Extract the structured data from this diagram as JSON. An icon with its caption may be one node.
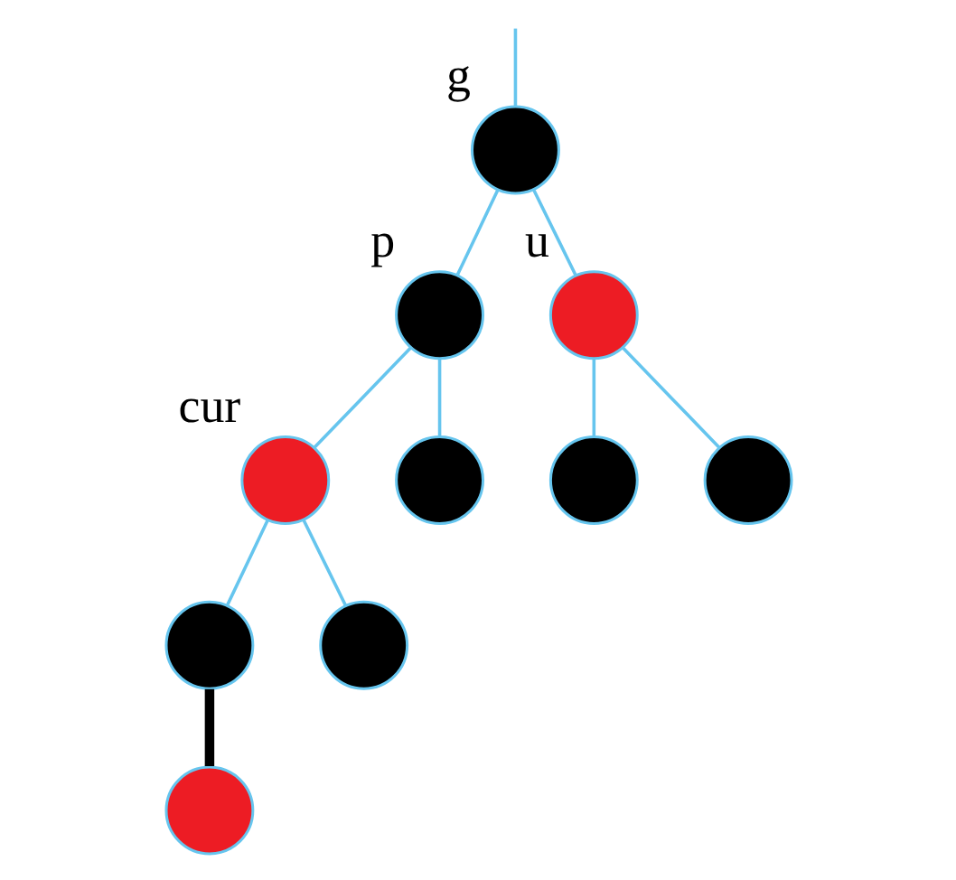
{
  "diagram": {
    "nodes": [
      {
        "text": [],
        "shape": "circle",
        "beside": [
          "g"
        ]
      },
      {
        "text": [],
        "shape": "circle",
        "beside": [
          "p"
        ]
      },
      {
        "text": [],
        "shape": "circle",
        "beside": [
          "u"
        ]
      },
      {
        "text": [],
        "shape": "circle",
        "beside": [
          "cur"
        ]
      },
      {
        "text": [],
        "shape": "circle"
      },
      {
        "text": [],
        "shape": "circle"
      },
      {
        "text": [],
        "shape": "circle"
      },
      {
        "text": [],
        "shape": "circle"
      },
      {
        "text": [],
        "shape": "circle"
      },
      {
        "text": [],
        "shape": "circle"
      }
    ],
    "edges": [
      {
        "from": null,
        "to": 0,
        "arrow": "none"
      },
      {
        "from": 0,
        "to": 1,
        "arrow": "none"
      },
      {
        "from": 0,
        "to": 2,
        "arrow": "none"
      },
      {
        "from": 1,
        "to": 3,
        "arrow": "none"
      },
      {
        "from": 1,
        "to": 4,
        "arrow": "none"
      },
      {
        "from": 2,
        "to": 5,
        "arrow": "none"
      },
      {
        "from": 2,
        "to": 6,
        "arrow": "none"
      },
      {
        "from": 3,
        "to": 7,
        "arrow": "none"
      },
      {
        "from": 3,
        "to": 8,
        "arrow": "none"
      },
      {
        "from": 7,
        "to": 9,
        "arrow": "none",
        "style": "thick",
        "color": "#000000"
      }
    ]
  }
}
